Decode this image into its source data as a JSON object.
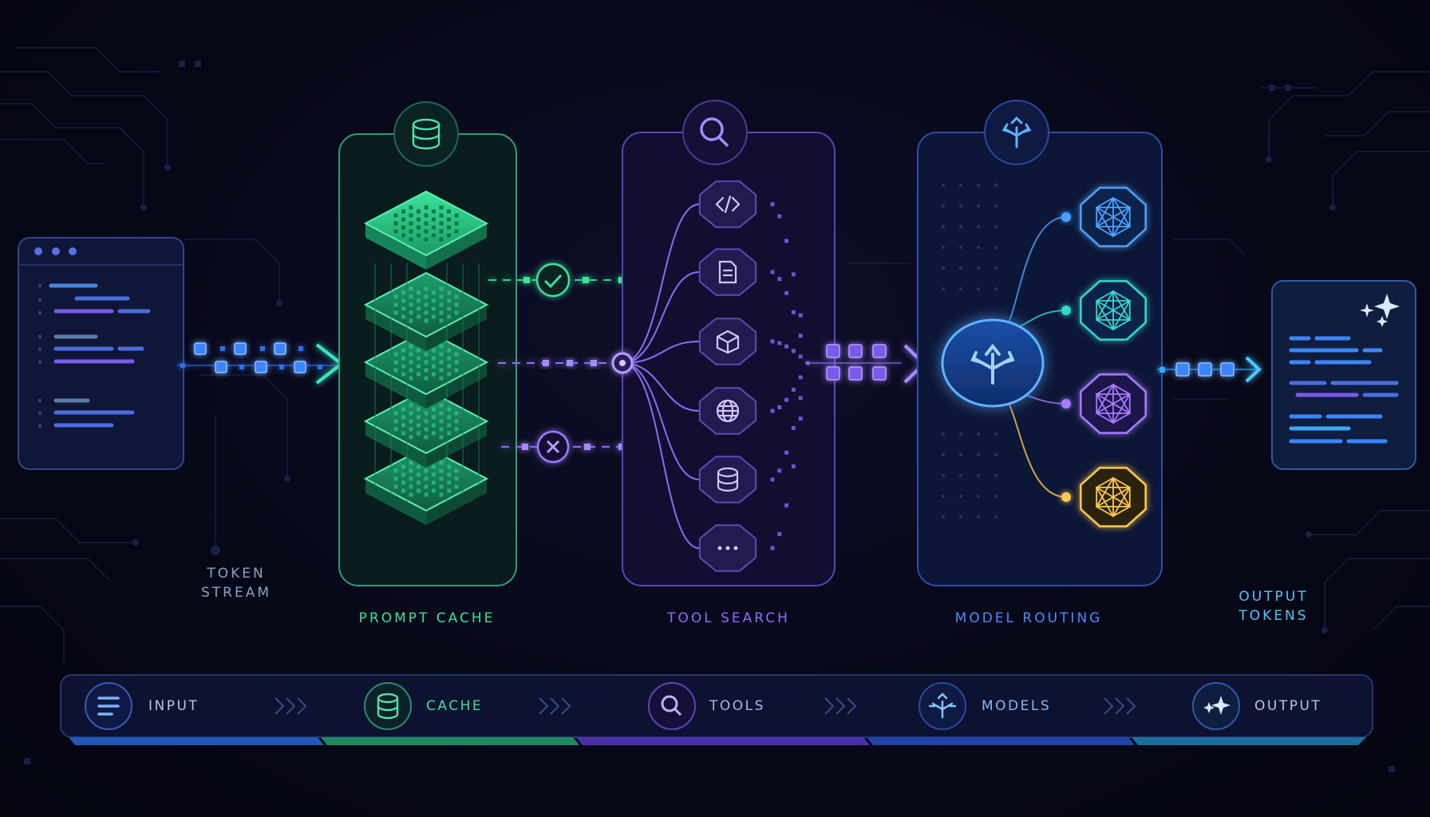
{
  "labels": {
    "token_stream": [
      "TOKEN",
      "STREAM"
    ],
    "prompt_cache": "PROMPT CACHE",
    "tool_search": "TOOL SEARCH",
    "model_routing": "MODEL ROUTING",
    "output_tokens": [
      "OUTPUT",
      "TOKENS"
    ]
  },
  "pipeline": [
    {
      "label": "INPUT",
      "icon": "lines-icon"
    },
    {
      "label": "CACHE",
      "icon": "database-icon"
    },
    {
      "label": "TOOLS",
      "icon": "search-icon"
    },
    {
      "label": "MODELS",
      "icon": "routing-icon"
    },
    {
      "label": "OUTPUT",
      "icon": "sparkle-icon"
    }
  ],
  "tools": [
    "code-icon",
    "document-icon",
    "cube-icon",
    "globe-icon",
    "database-icon",
    "more-icon"
  ],
  "models": [
    {
      "name": "model-node-blue",
      "color": "#4aa3ff"
    },
    {
      "name": "model-node-teal",
      "color": "#36d6d0"
    },
    {
      "name": "model-node-purple",
      "color": "#a77bff"
    },
    {
      "name": "model-node-gold",
      "color": "#ffc94d"
    }
  ],
  "colors": {
    "cache": "#3be39a",
    "tools": "#8f6bff",
    "models": "#4a8dff",
    "output": "#4cc8ff",
    "input": "#4f7fff"
  }
}
